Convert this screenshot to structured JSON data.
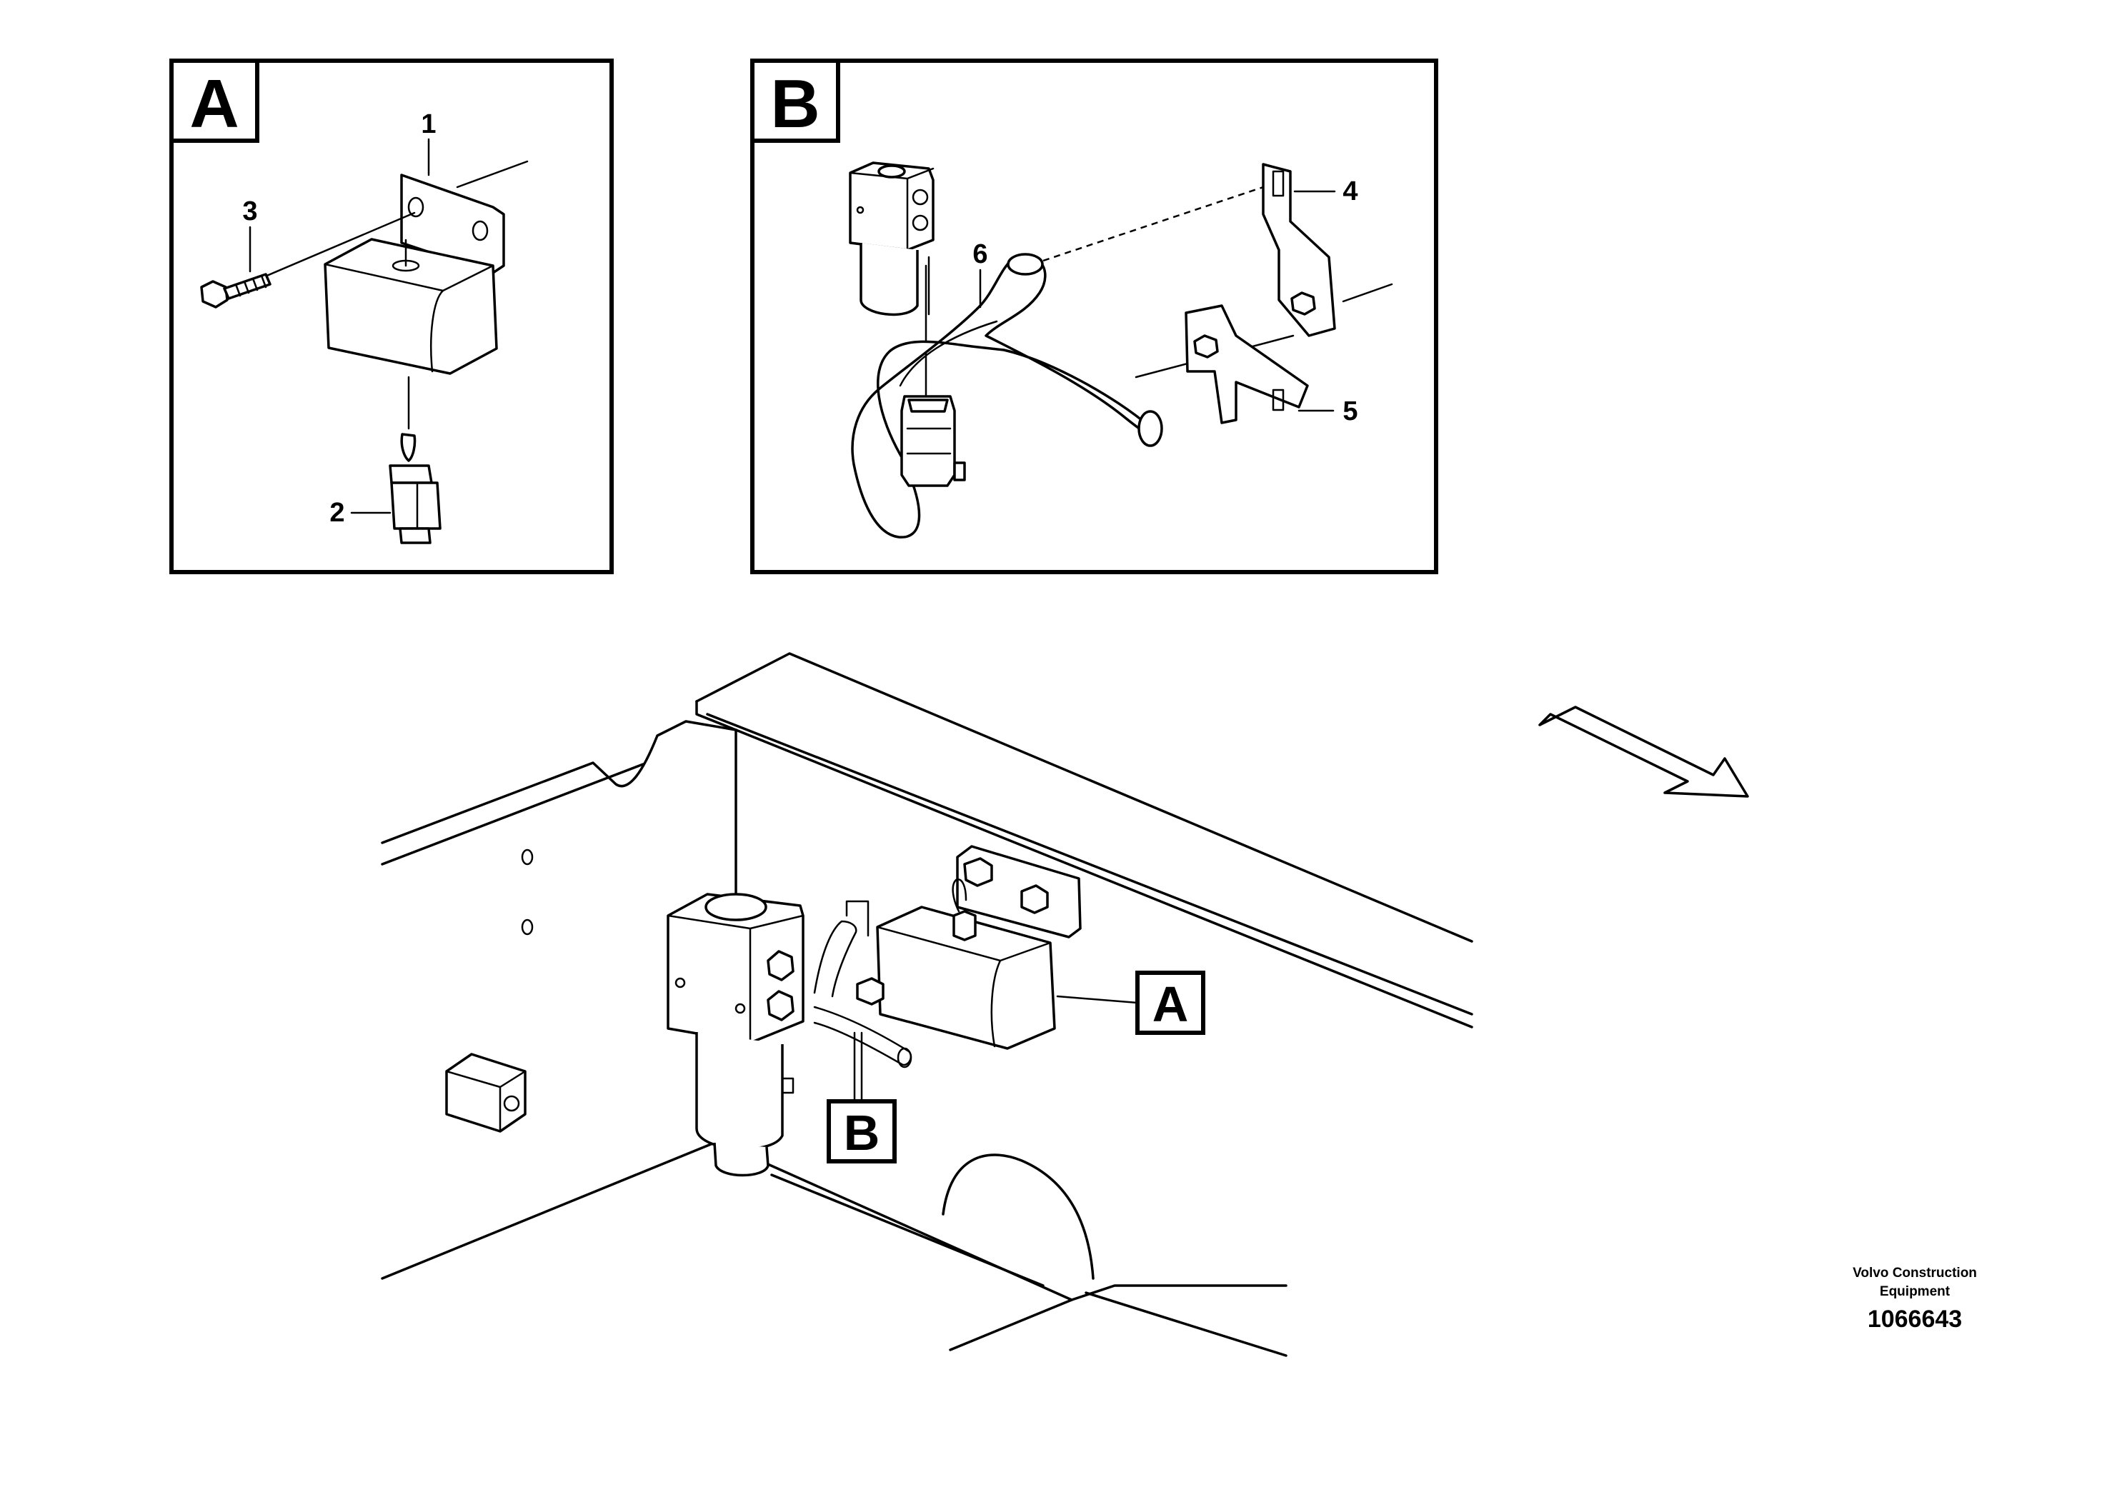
{
  "detail_a": {
    "label": "A"
  },
  "detail_b": {
    "label": "B"
  },
  "callouts": {
    "item_1": "1",
    "item_2": "2",
    "item_3": "3",
    "item_4": "4",
    "item_5": "5",
    "item_6": "6"
  },
  "main_view": {
    "ref_a": "A",
    "ref_b": "B"
  },
  "caption": {
    "company_line_1": "Volvo Construction",
    "company_line_2": "Equipment",
    "document_number": "1066643"
  }
}
